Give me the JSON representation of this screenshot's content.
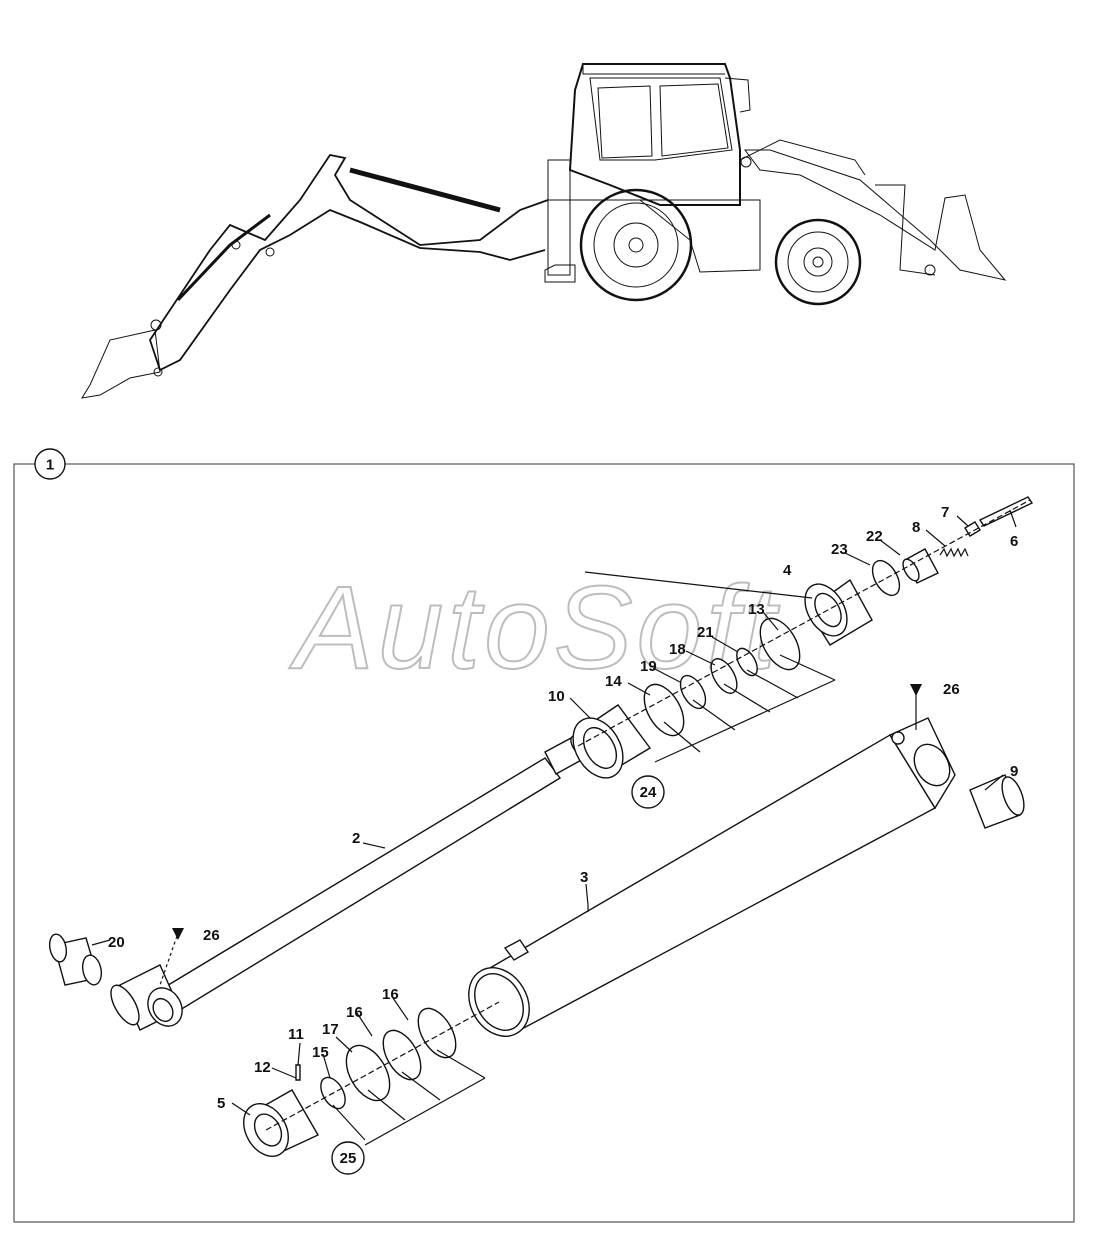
{
  "watermark": "AutoSoft",
  "frame_label": "1",
  "callouts": [
    "2",
    "3",
    "4",
    "5",
    "6",
    "7",
    "8",
    "9",
    "10",
    "11",
    "12",
    "13",
    "14",
    "15",
    "16",
    "16",
    "17",
    "18",
    "19",
    "20",
    "21",
    "22",
    "23",
    "26",
    "26"
  ],
  "group_callouts": [
    "24",
    "25"
  ]
}
